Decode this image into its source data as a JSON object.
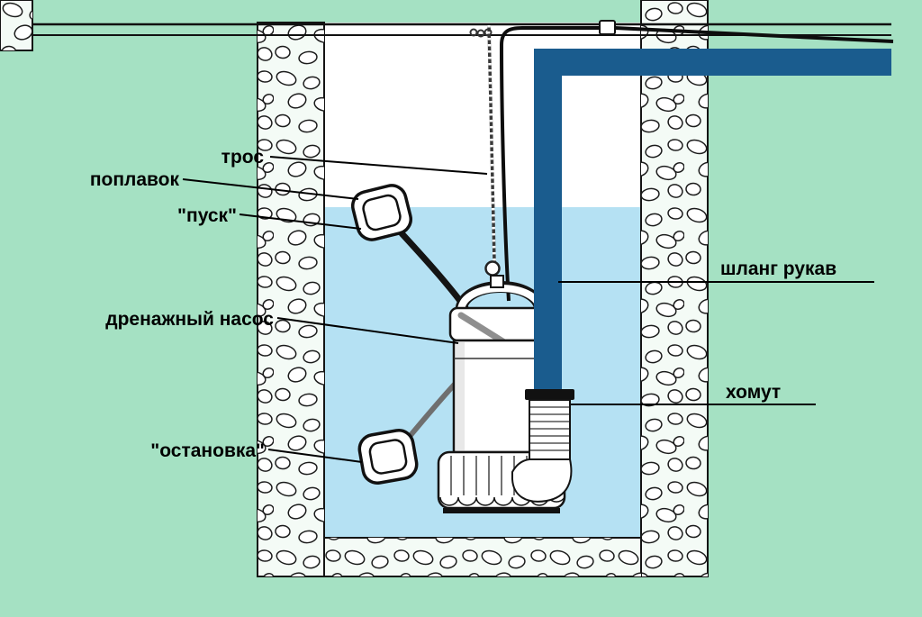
{
  "diagram": {
    "labels": {
      "tros": "трос",
      "poplavok": "поплавок",
      "pusk": "\"пуск\"",
      "pump": "дренажный насос",
      "ostanovka": "\"остановка\"",
      "hose": "шланг рукав",
      "clamp": "хомут"
    },
    "colors": {
      "background": "#a5e1c3",
      "water": "#b5e1f3",
      "pipe": "#1a5c8e",
      "wall_fill": "#f4fbf6",
      "outline": "#141414"
    }
  }
}
